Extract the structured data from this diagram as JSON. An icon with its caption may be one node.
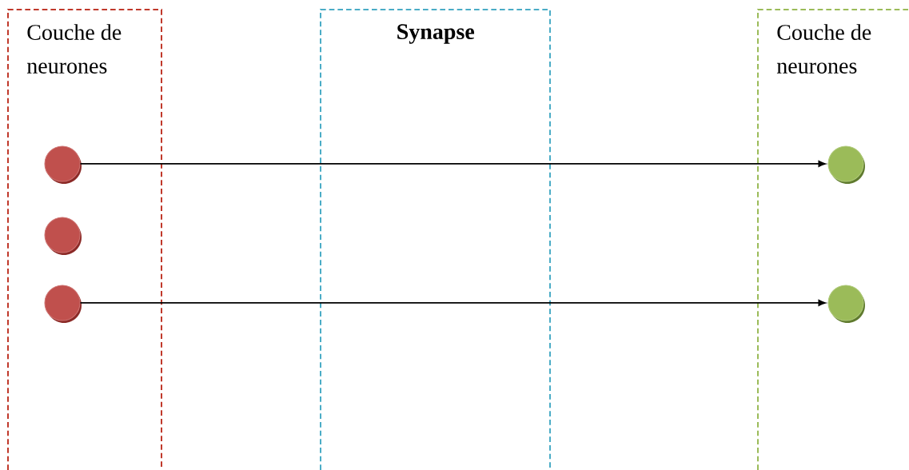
{
  "diagram": {
    "nodes": [
      {
        "text": [
          "Couche de neurones"
        ]
      },
      {
        "text": [
          "Synapse"
        ]
      },
      {
        "text": [
          "Couche de neurones"
        ]
      },
      {
        "text": [],
        "shape": "circle",
        "in": 0
      },
      {
        "text": [],
        "shape": "circle",
        "in": 0
      },
      {
        "text": [],
        "shape": "circle",
        "in": 0
      },
      {
        "text": [],
        "shape": "circle",
        "in": 2
      },
      {
        "text": [],
        "shape": "circle",
        "in": 2
      }
    ],
    "edges": [
      {
        "from": 3,
        "to": 6,
        "arrow": "to"
      },
      {
        "from": 5,
        "to": 7,
        "arrow": "to"
      }
    ]
  }
}
